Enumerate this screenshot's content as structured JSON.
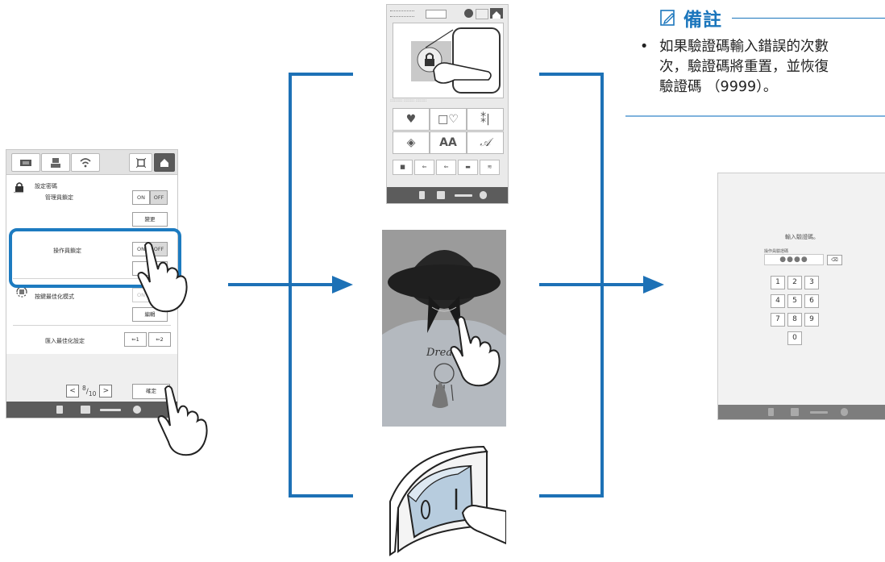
{
  "note": {
    "icon": "memo-pencil-icon",
    "title": "備註",
    "bullet": "•",
    "line1": "如果驗證碼輸入錯誤的次數",
    "line2": "次，驗證碼將重置，並恢復",
    "line3": "驗證碼 （9999）。"
  },
  "left_screen": {
    "tabs": [
      "machine-icon",
      "embroidery-icon",
      "wifi-icon",
      "frame-icon",
      "home-icon"
    ],
    "section_title": "設定密碼",
    "admin_label": "管理員鎖定",
    "admin_on": "ON",
    "admin_off": "OFF",
    "change_label": "變更",
    "operator_label": "操作員鎖定",
    "operator_on": "ON",
    "operator_off": "OFF",
    "key_opt_label": "按鍵最佳化模式",
    "key_opt_on": "ON",
    "edit_label": "編輯",
    "import_label": "匯入最佳化設定",
    "page_num": "8",
    "page_den": "10",
    "ok_label": "確定"
  },
  "mid_screen": {
    "lock_icon": "lock-icon",
    "grid": [
      "heart-pattern-icon",
      "frame-heart-icon",
      "stitch-icon",
      "diamond-icon",
      "AA",
      "A-script"
    ]
  },
  "photo": {
    "script_text": "Dream"
  },
  "right_screen": {
    "title": "輸入驗證碼。",
    "sub": "操作員驗證碼",
    "dots": "●●●●",
    "keys": [
      "1",
      "2",
      "3",
      "4",
      "5",
      "6",
      "7",
      "8",
      "9",
      "0"
    ]
  },
  "colors": {
    "accent": "#1d71b6",
    "note_blue": "#1b76bc"
  }
}
